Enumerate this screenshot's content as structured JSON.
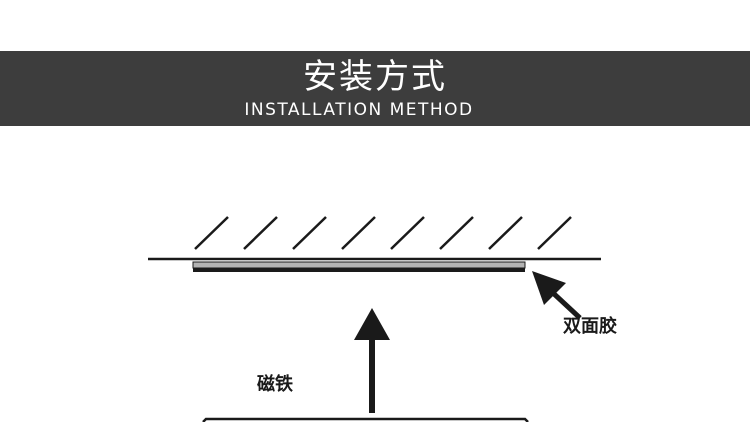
{
  "banner": {
    "title": "安装方式",
    "subtitle": "INSTALLATION METHOD"
  },
  "labels": {
    "double_sided_tape": "双面胶",
    "magnet": "磁铁"
  },
  "colors": {
    "banner_background": "#3d3d3d",
    "banner_text": "#ffffff",
    "line": "#1a1a1a",
    "tape_fill": "#b3b3b3"
  }
}
